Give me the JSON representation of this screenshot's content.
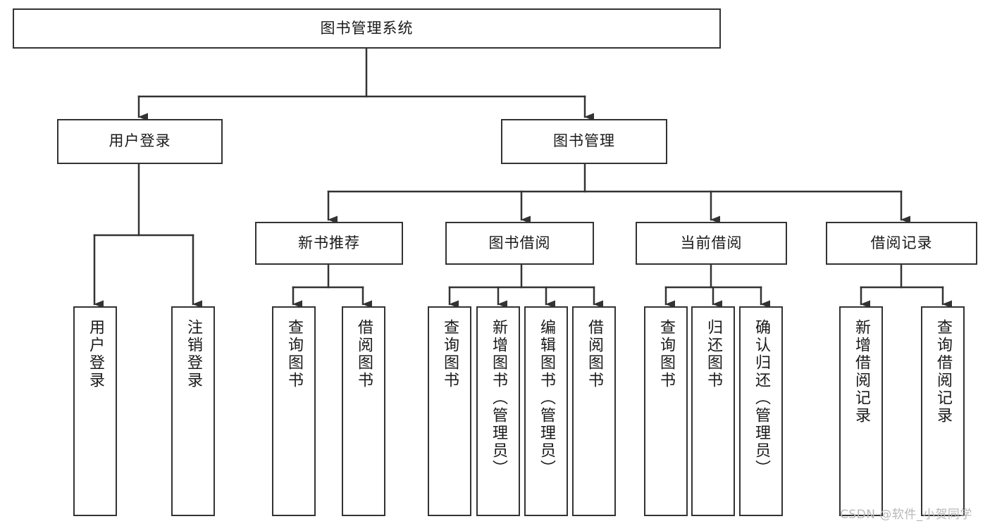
{
  "diagram": {
    "title": "图书管理系统",
    "watermark": "CSDN @软件_小贺同学",
    "line_color": "#333333",
    "box_fill": "#ffffff",
    "text_color": "#1a1a1a",
    "nodes": {
      "root": {
        "label": "图书管理系统"
      },
      "level2": [
        {
          "id": "user-login",
          "label": "用户登录"
        },
        {
          "id": "book-manage",
          "label": "图书管理"
        }
      ],
      "level3": [
        {
          "id": "new-book-rec",
          "label": "新书推荐"
        },
        {
          "id": "book-borrow",
          "label": "图书借阅"
        },
        {
          "id": "current-borrow",
          "label": "当前借阅"
        },
        {
          "id": "borrow-record",
          "label": "借阅记录"
        }
      ],
      "leaves": {
        "user-login": [
          {
            "id": "leaf-user-login",
            "label": "用户登录"
          },
          {
            "id": "leaf-logout-login",
            "label": "注销登录"
          }
        ],
        "new-book-rec": [
          {
            "id": "leaf-query-book-1",
            "label": "查询图书"
          },
          {
            "id": "leaf-borrow-book-1",
            "label": "借阅图书"
          }
        ],
        "book-borrow": [
          {
            "id": "leaf-query-book-2",
            "label": "查询图书"
          },
          {
            "id": "leaf-add-book",
            "label": "新增图书（管理员）"
          },
          {
            "id": "leaf-edit-book",
            "label": "编辑图书（管理员）"
          },
          {
            "id": "leaf-borrow-book-2",
            "label": "借阅图书"
          }
        ],
        "current-borrow": [
          {
            "id": "leaf-query-book-3",
            "label": "查询图书"
          },
          {
            "id": "leaf-return-book",
            "label": "归还图书"
          },
          {
            "id": "leaf-confirm-return",
            "label": "确认归还（管理员）"
          }
        ],
        "borrow-record": [
          {
            "id": "leaf-add-record",
            "label": "新增借阅记录"
          },
          {
            "id": "leaf-query-record",
            "label": "查询借阅记录"
          }
        ]
      }
    }
  }
}
